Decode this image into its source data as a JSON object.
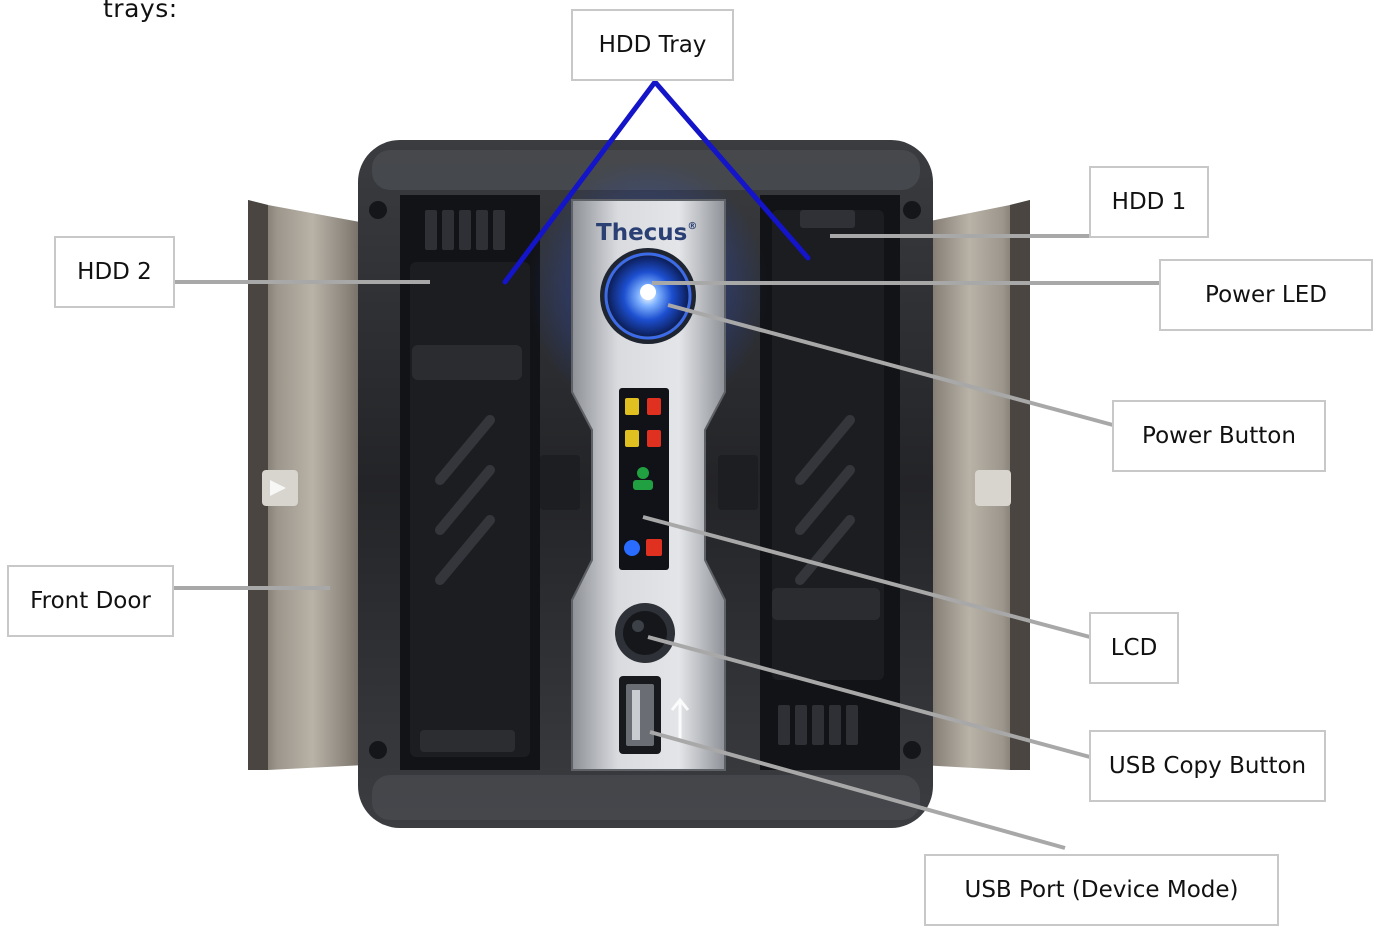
{
  "intro_text": "trays:",
  "device": {
    "brand": "Thecus",
    "registered_mark": "®"
  },
  "callouts": [
    {
      "id": "hdd-tray",
      "label": "HDD Tray"
    },
    {
      "id": "hdd-1",
      "label": "HDD 1"
    },
    {
      "id": "hdd-2",
      "label": "HDD 2"
    },
    {
      "id": "power-led",
      "label": "Power LED"
    },
    {
      "id": "power-button",
      "label": "Power Button"
    },
    {
      "id": "front-door",
      "label": "Front Door"
    },
    {
      "id": "lcd",
      "label": "LCD"
    },
    {
      "id": "usb-copy-button",
      "label": "USB Copy Button"
    },
    {
      "id": "usb-port",
      "label": "USB Port (Device Mode)"
    }
  ],
  "colors": {
    "leader_line": "#a8a8a8",
    "tray_leader_line": "#1414c8",
    "power_led_glow": "#3a7cff",
    "led_yellow": "#e0c020",
    "led_red": "#e03020",
    "led_green": "#20a040",
    "led_blue": "#2a6cff"
  }
}
